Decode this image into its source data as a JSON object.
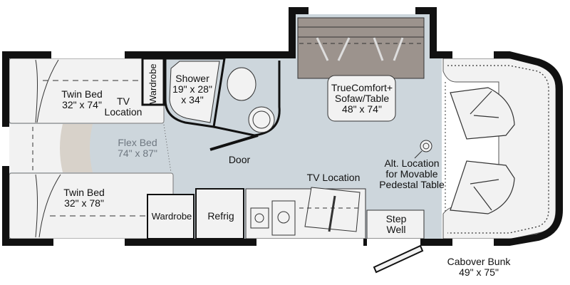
{
  "floorplan": {
    "twin_bed_top": {
      "name": "Twin Bed",
      "size": "32\" x 74\""
    },
    "tv_location_bedroom": {
      "line1": "TV",
      "line2": "Location"
    },
    "wardrobe_top": "Wardrobe",
    "shower": {
      "name": "Shower",
      "size1": "19\" x 28\"",
      "size2": "x 34\""
    },
    "flex_bed": {
      "name": "Flex Bed",
      "size": "74\" x 87\""
    },
    "door": "Door",
    "twin_bed_bottom": {
      "name": "Twin Bed",
      "size": "32\" x 78\""
    },
    "wardrobe_bottom": "Wardrobe",
    "refrig": "Refrig",
    "tv_location_galley": "TV Location",
    "sofa": {
      "line1": "TrueComfort+",
      "line2": "Sofaw/Table",
      "size": "48\" x 74\""
    },
    "pedestal_table": {
      "line1": "Alt. Location",
      "line2": "for Movable",
      "line3": "Pedestal Table"
    },
    "step_well": {
      "line1": "Step",
      "line2": "Well"
    },
    "cabover_bunk": {
      "name": "Cabover Bunk",
      "size": "49\" x 75\""
    }
  },
  "colors": {
    "wall": "#111111",
    "floor": "#cdd6dc",
    "furniture": "#f2f2f2",
    "sofa": "#9c938d",
    "flex_strip": "#d8d2ca"
  }
}
